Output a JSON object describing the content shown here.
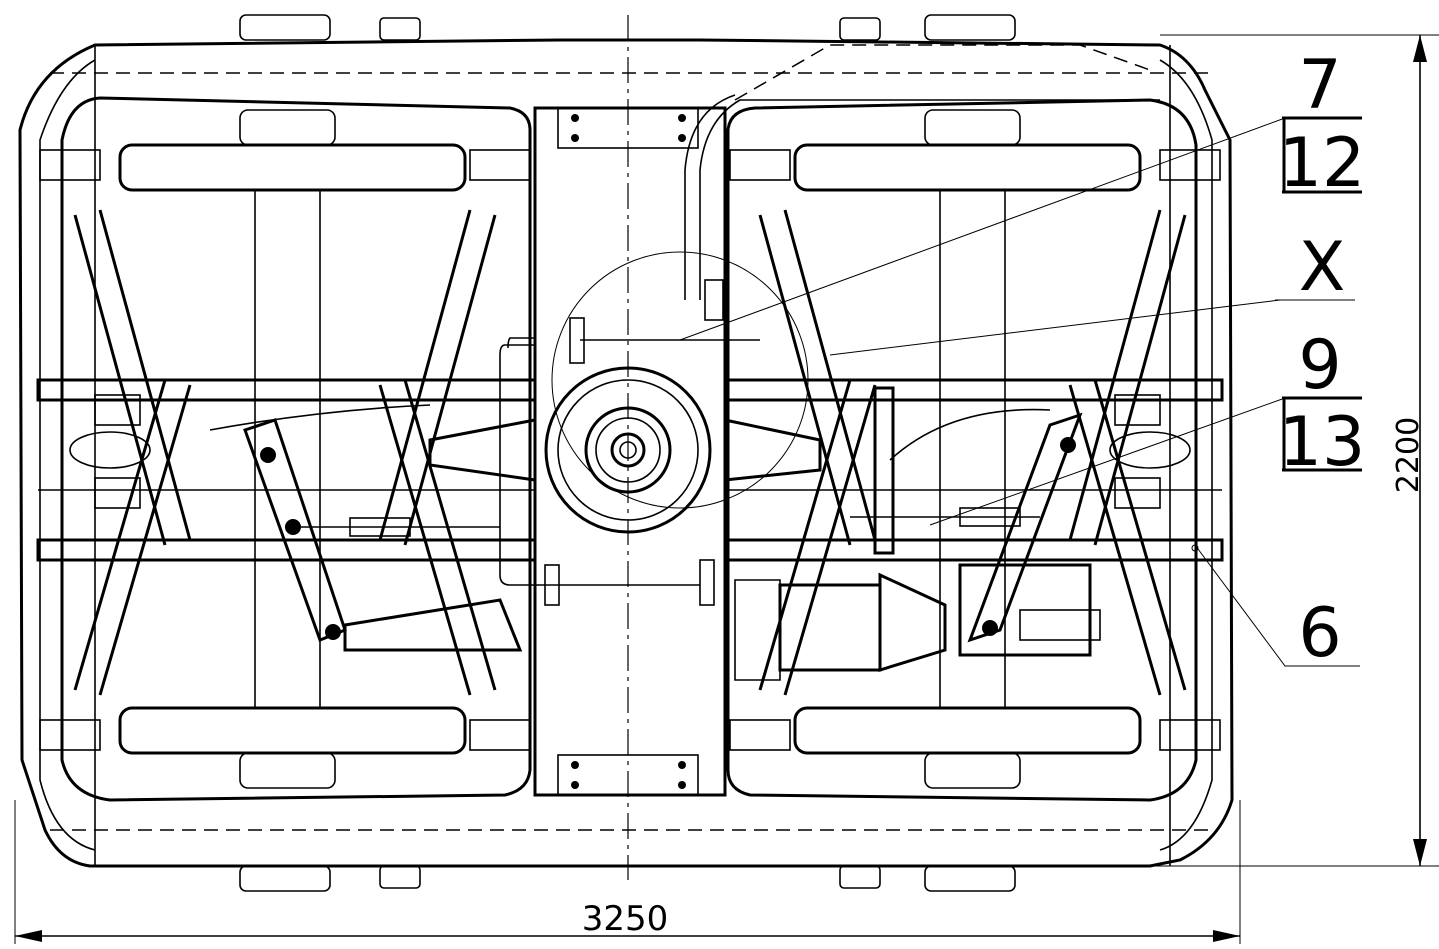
{
  "callouts": [
    {
      "top": "7",
      "bottom": "12"
    },
    {
      "top": "X",
      "bottom": ""
    },
    {
      "top": "9",
      "bottom": "13"
    },
    {
      "top": "6",
      "bottom": ""
    }
  ],
  "dimensions": {
    "length": "3250",
    "width": "2200"
  }
}
